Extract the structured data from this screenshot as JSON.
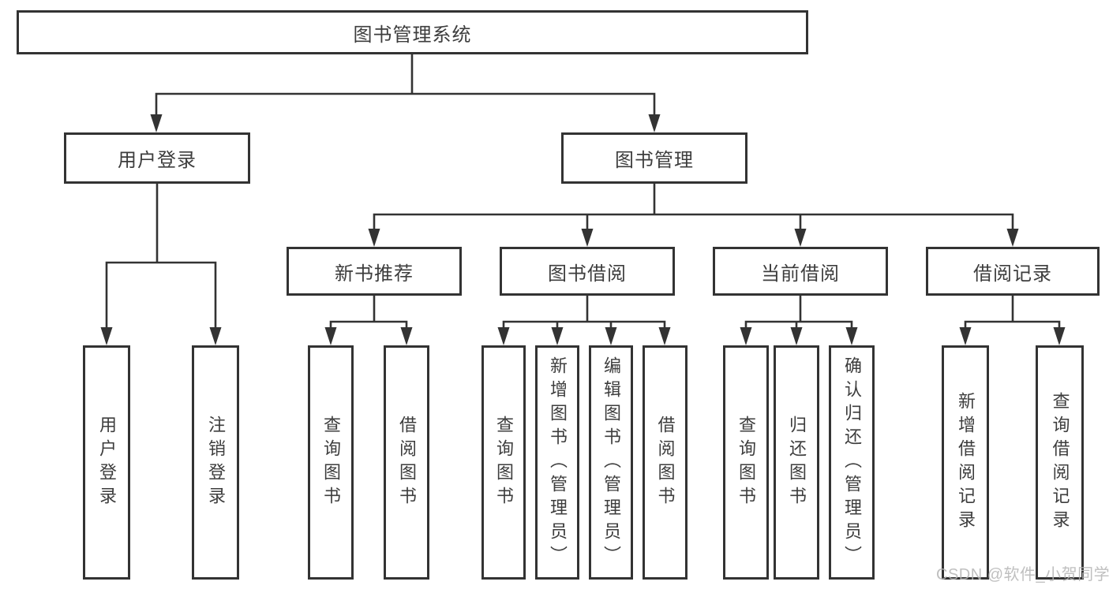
{
  "diagram": {
    "title": "图书管理系统",
    "branches": [
      {
        "label": "用户登录",
        "children": [
          "用户登录",
          "注销登录"
        ]
      },
      {
        "label": "图书管理",
        "groups": [
          {
            "label": "新书推荐",
            "children": [
              "查询图书",
              "借阅图书"
            ]
          },
          {
            "label": "图书借阅",
            "children": [
              "查询图书",
              "新增图书（管理员）",
              "编辑图书（管理员）",
              "借阅图书"
            ]
          },
          {
            "label": "当前借阅",
            "children": [
              "查询图书",
              "归还图书",
              "确认归还（管理员）"
            ]
          },
          {
            "label": "借阅记录",
            "children": [
              "新增借阅记录",
              "查询借阅记录"
            ]
          }
        ]
      }
    ]
  },
  "colors": {
    "line": "#333333",
    "text": "#3d3d3d",
    "background": "#ffffff",
    "watermark": "#b5b5b5"
  },
  "watermark": "CSDN @软件_小贺同学"
}
